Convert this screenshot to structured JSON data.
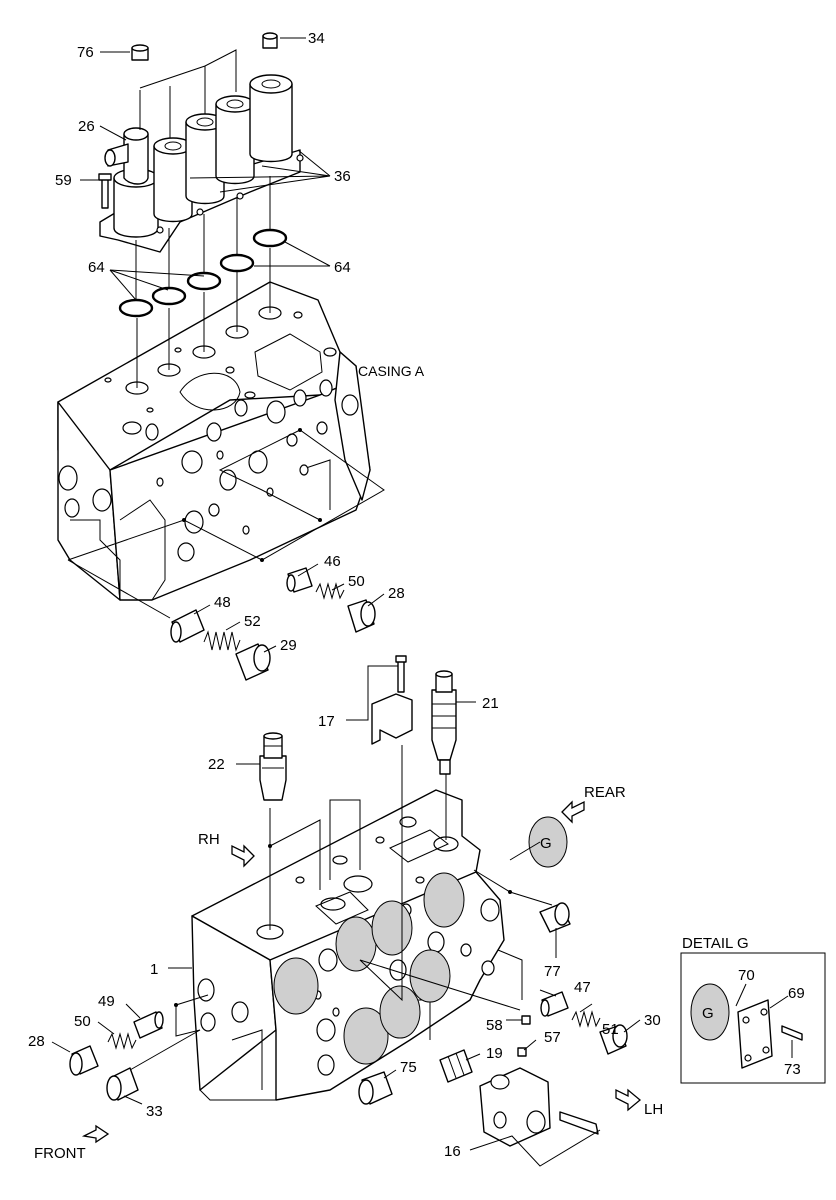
{
  "labels": {
    "p76": "76",
    "p34": "34",
    "p26": "26",
    "p59": "59",
    "p36": "36",
    "p64a": "64",
    "p64b": "64",
    "p46": "46",
    "p50a": "50",
    "p28a": "28",
    "p48": "48",
    "p52": "52",
    "p29": "29",
    "p17": "17",
    "p21": "21",
    "p22": "22",
    "p1": "1",
    "p49": "49",
    "p50b": "50",
    "p28b": "28",
    "p33": "33",
    "p58": "58",
    "p47": "47",
    "p51": "51",
    "p30": "30",
    "p57": "57",
    "p19": "19",
    "p75": "75",
    "p16": "16",
    "p77": "77",
    "p70": "70",
    "p69": "69",
    "p73": "73"
  },
  "captions": {
    "casing_a": "CASING A",
    "rear": "REAR",
    "rh": "RH",
    "front": "FRONT",
    "lh": "LH",
    "detail_g": "DETAIL  G",
    "g_marker": "G",
    "g_marker_detail": "G"
  }
}
